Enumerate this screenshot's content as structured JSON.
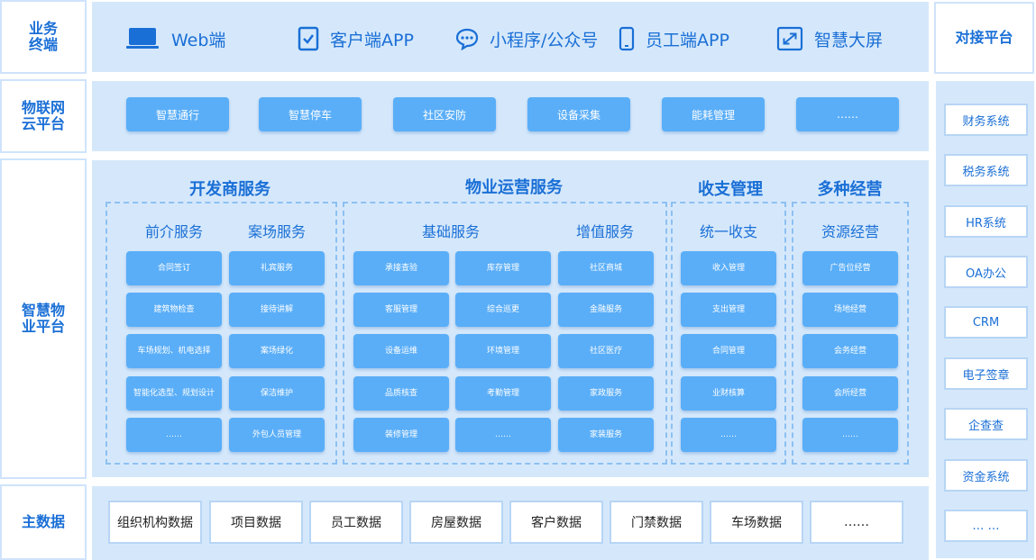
{
  "rows": {
    "terminal": "业务\n终端",
    "iot": "物联网\n云平台",
    "smart": "智慧物\n业平台",
    "master": "主数据"
  },
  "dock_title": "对接平台",
  "terminals": [
    {
      "label": "Web端",
      "icon": "laptop-icon"
    },
    {
      "label": "客户端APP",
      "icon": "tablet-icon"
    },
    {
      "label": "小程序/公众号",
      "icon": "chat-icon"
    },
    {
      "label": "员工端APP",
      "icon": "phone-icon"
    },
    {
      "label": "智慧大屏",
      "icon": "expand-icon"
    }
  ],
  "iot_items": [
    "智慧通行",
    "智慧停车",
    "社区安防",
    "设备采集",
    "能耗管理",
    "……"
  ],
  "sections": {
    "developer": "开发商服务",
    "property": "物业运营服务",
    "finance": "收支管理",
    "business": "多种经营"
  },
  "subs": {
    "front": "前介服务",
    "site": "案场服务",
    "basic": "基础服务",
    "value": "增值服务",
    "unified": "统一收支",
    "resource": "资源经营"
  },
  "cols": {
    "front": [
      "合同签订",
      "建筑物检查",
      "车场规划、机电选择",
      "智能化选型、规划设计",
      "……"
    ],
    "site": [
      "礼宾服务",
      "接待讲解",
      "案场绿化",
      "保洁维护",
      "外包人员管理"
    ],
    "basic1": [
      "承接查验",
      "客服管理",
      "设备运维",
      "品质核查",
      "装修管理"
    ],
    "basic2": [
      "库存管理",
      "综合巡更",
      "环境管理",
      "考勤管理",
      "……"
    ],
    "value": [
      "社区商城",
      "金融服务",
      "社区医疗",
      "家政服务",
      "家装服务"
    ],
    "unified": [
      "收入管理",
      "支出管理",
      "合同管理",
      "业财核算",
      "……"
    ],
    "resource": [
      "广告位经营",
      "场地经营",
      "会务经营",
      "会所经营",
      "……"
    ]
  },
  "master_data": [
    "组织机构数据",
    "项目数据",
    "员工数据",
    "房屋数据",
    "客户数据",
    "门禁数据",
    "车场数据",
    "……"
  ],
  "dock_items": [
    "财务系统",
    "税务系统",
    "HR系统",
    "OA办公",
    "CRM",
    "电子签章",
    "企查查",
    "资金系统",
    "…  …"
  ]
}
